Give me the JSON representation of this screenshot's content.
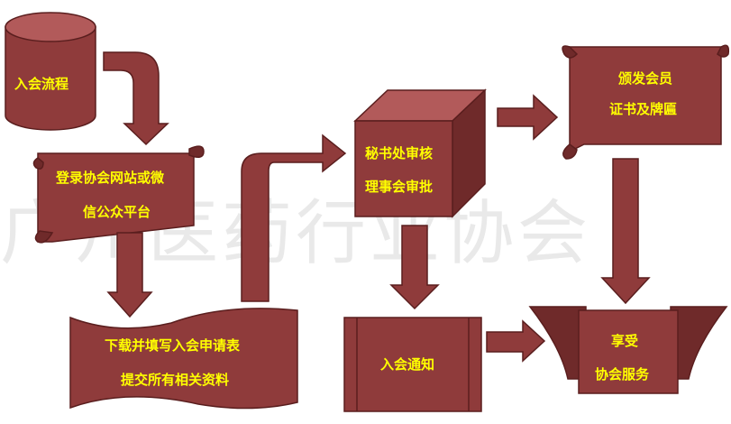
{
  "watermark": "广州医药行业协会",
  "nodes": {
    "process": "入会流程",
    "login_line1": "登录协会网站或微",
    "login_line2": "信公众平台",
    "download_line1": "下载并填写入会申请表",
    "download_line2": "提交所有相关资料",
    "review_line1": "秘书处审核",
    "review_line2": "理事会审批",
    "certificate_line1": "颁发会员",
    "certificate_line2": "证书及牌匾",
    "notice": "入会通知",
    "service_line1": "享受",
    "service_line2": "协会服务"
  },
  "colors": {
    "fill": "#8f3b3b",
    "text": "#ffff00",
    "watermark": "#e9e9e9"
  }
}
